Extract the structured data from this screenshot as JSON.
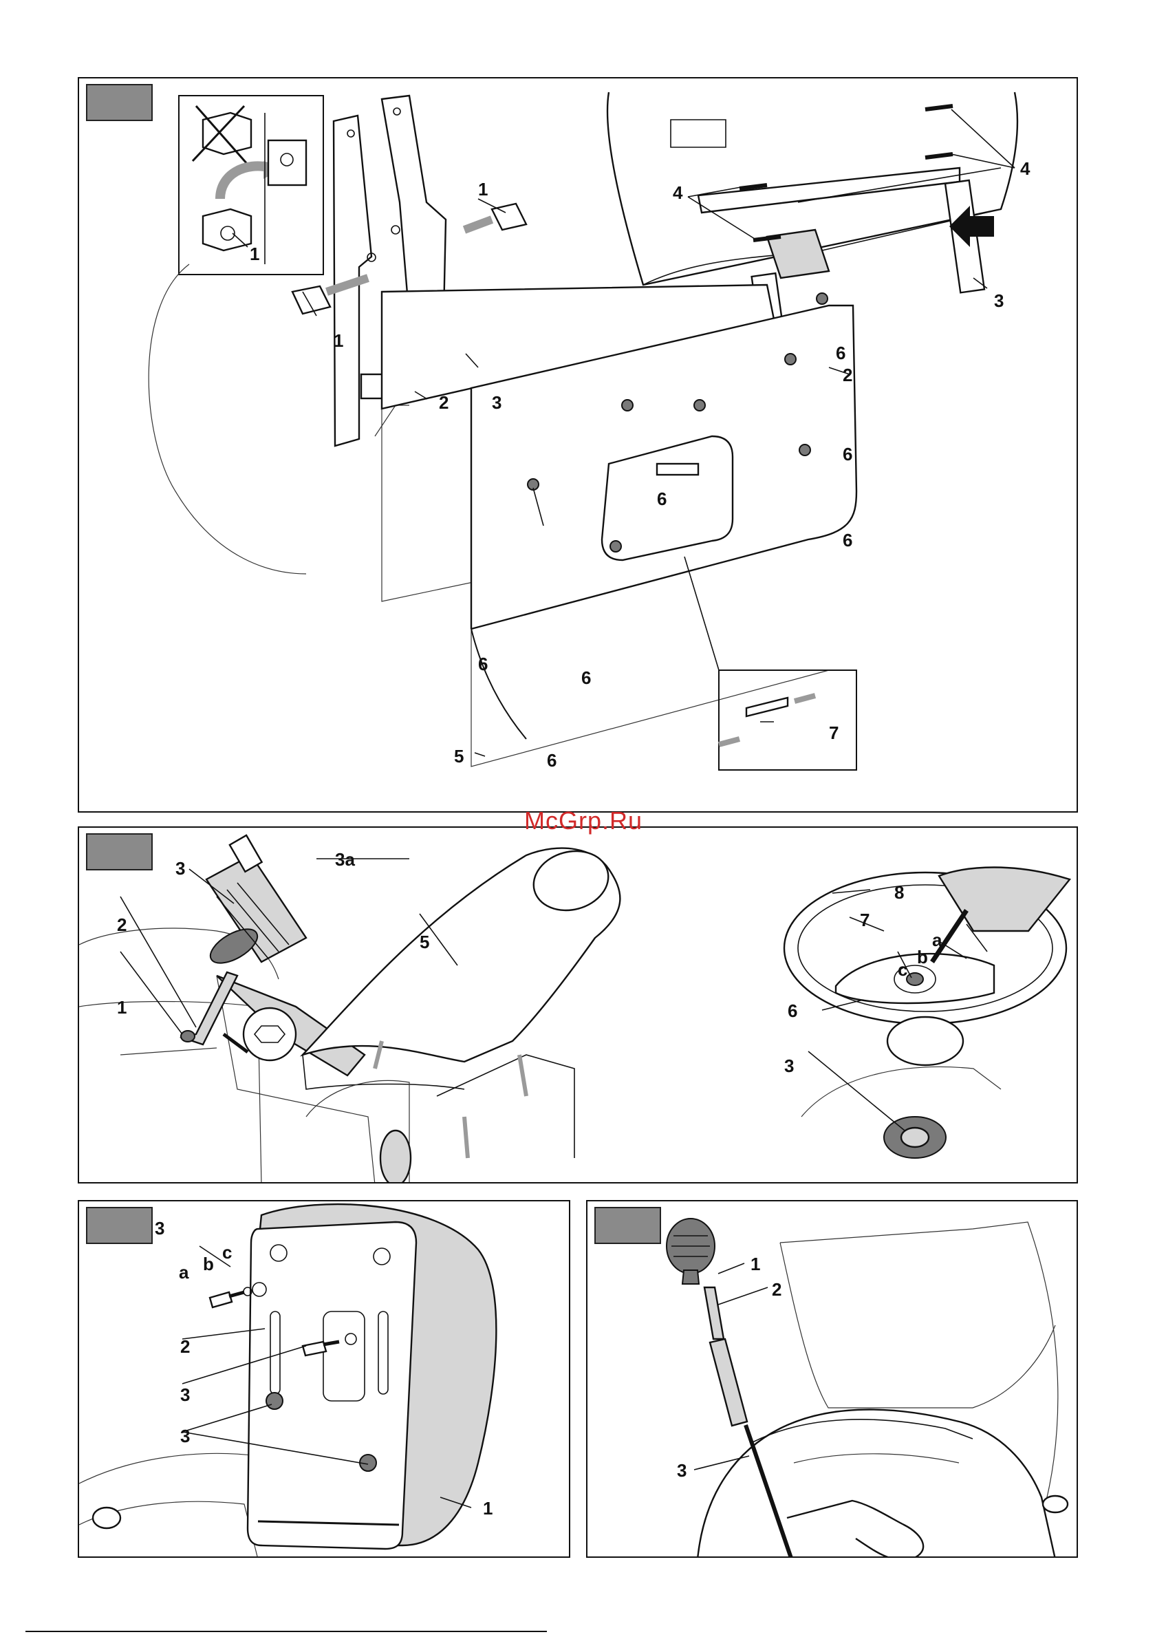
{
  "watermark": "McGrp.Ru",
  "panel_a": {
    "labels": {
      "p1a": "1",
      "p1b": "1",
      "p1c": "1",
      "p2a": "2",
      "p2b": "2",
      "p3a": "3",
      "p3b": "3",
      "p4a": "4",
      "p4b": "4",
      "p5": "5",
      "p6a": "6",
      "p6b": "6",
      "p6c": "6",
      "p6d": "6",
      "p6e": "6",
      "p6f": "6",
      "p6g": "6",
      "p7": "7"
    }
  },
  "panel_b": {
    "labels": {
      "p1": "1",
      "p2": "2",
      "p3": "3",
      "p3a": "3a",
      "p5": "5",
      "p6": "6",
      "p7": "7",
      "p8": "8",
      "pa": "a",
      "pb": "b",
      "pc": "c",
      "p3c": "3"
    }
  },
  "panel_c": {
    "labels": {
      "p3top": "3",
      "pa": "a",
      "pb": "b",
      "pc": "c",
      "p2": "2",
      "p3m": "3",
      "p3l": "3",
      "p1": "1"
    }
  },
  "panel_d": {
    "labels": {
      "p1": "1",
      "p2": "2",
      "p3": "3"
    }
  },
  "colors": {
    "tab": "#8a8a8a",
    "line": "#111111",
    "shade": "#d6d6d6",
    "watermark": "#d22a2a"
  },
  "icons": [
    "clip-nut-icon",
    "bolt-icon",
    "arrow-icon",
    "cross-out-icon"
  ]
}
